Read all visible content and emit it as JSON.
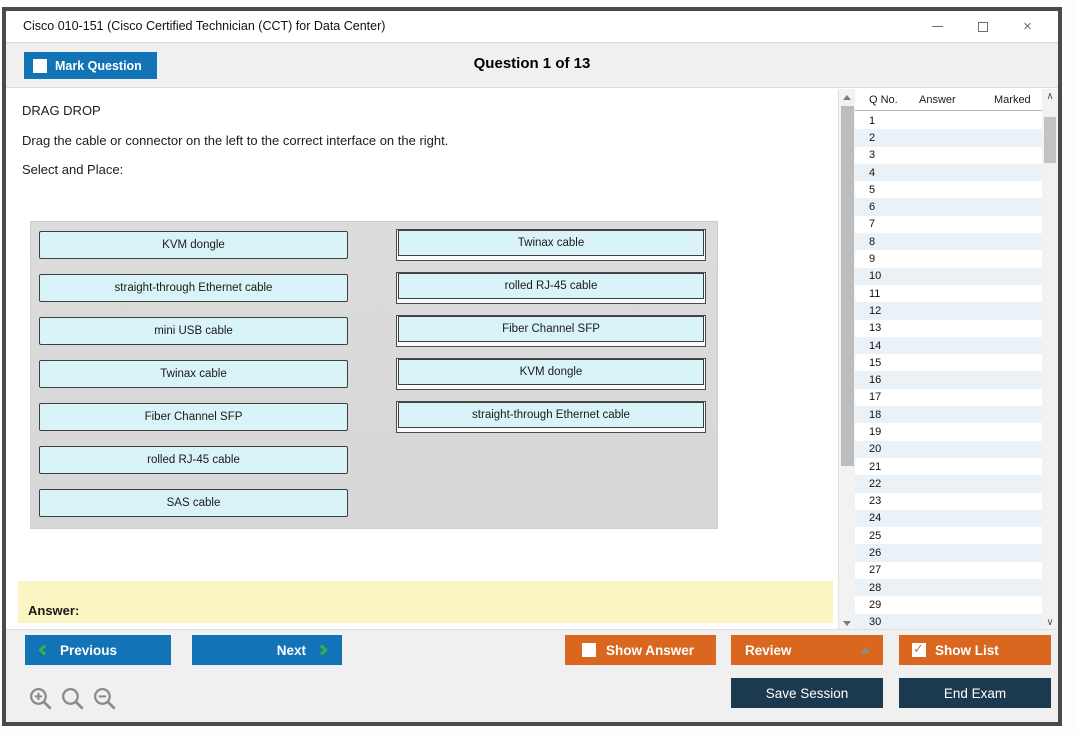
{
  "window": {
    "title": "Cisco 010-151 (Cisco Certified Technician (CCT) for Data Center)",
    "close_glyph": "×"
  },
  "header": {
    "mark_question_label": "Mark Question",
    "question_counter": "Question 1 of 13"
  },
  "question": {
    "type_label": "DRAG DROP",
    "instruction": "Drag the cable or connector on the left to the correct interface on the right.",
    "select_place_label": "Select and Place:",
    "left_items": [
      "KVM dongle",
      "straight-through Ethernet cable",
      "mini USB cable",
      "Twinax cable",
      "Fiber Channel SFP",
      "rolled RJ-45 cable",
      "SAS cable"
    ],
    "right_items": [
      "Twinax cable",
      "rolled RJ-45 cable",
      "Fiber Channel SFP",
      "KVM dongle",
      "straight-through Ethernet cable"
    ],
    "answer_label": "Answer:"
  },
  "question_list": {
    "columns": [
      "Q No.",
      "Answer",
      "Marked"
    ],
    "rows": [
      "1",
      "2",
      "3",
      "4",
      "5",
      "6",
      "7",
      "8",
      "9",
      "10",
      "11",
      "12",
      "13",
      "14",
      "15",
      "16",
      "17",
      "18",
      "19",
      "20",
      "21",
      "22",
      "23",
      "24",
      "25",
      "26",
      "27",
      "28",
      "29",
      "30"
    ]
  },
  "footer": {
    "previous_label": "Previous",
    "next_label": "Next",
    "show_answer_label": "Show Answer",
    "review_label": "Review",
    "show_list_label": "Show List",
    "save_session_label": "Save Session",
    "end_exam_label": "End Exam"
  },
  "icons": {
    "zoom_in": "magnifier-plus",
    "zoom_reset": "magnifier",
    "zoom_out": "magnifier-minus",
    "scroll_up": "triangle-up",
    "scroll_down": "triangle-down",
    "review_caret": "triangle-up",
    "prev_chevron": "chevron-left",
    "next_chevron": "chevron-right",
    "side_scroll_up": "∧",
    "side_scroll_down": "∨"
  },
  "colors": {
    "accent_blue": "#1273b7",
    "accent_orange": "#d9671f",
    "navy": "#1c3a4f",
    "chevron_green": "#2eb344",
    "item_bg": "#d9f4f8",
    "answer_bg": "#fbf5c3",
    "row_alt_bg": "#eaf2f8",
    "drag_area_bg": "#d9d9d9"
  }
}
